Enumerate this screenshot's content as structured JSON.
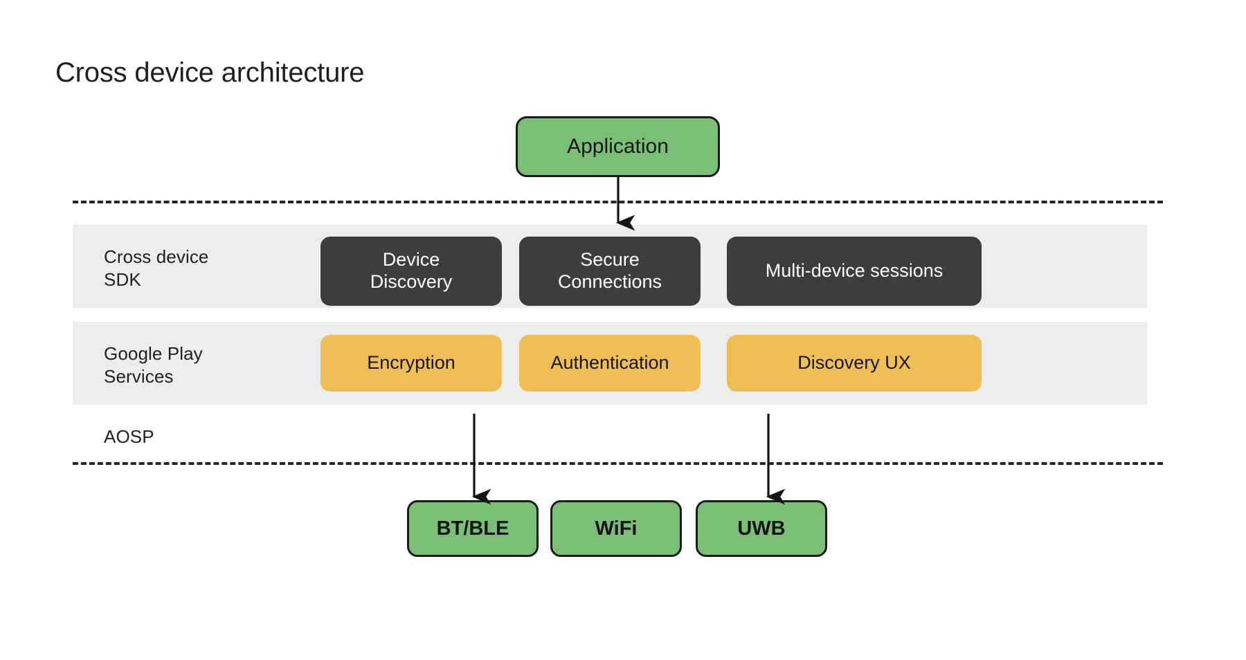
{
  "page": {
    "title": "Cross device architecture",
    "background": "#ffffff"
  },
  "colors": {
    "green": "#7BBE76",
    "amber": "#EFBE56",
    "dark_chip": "#3d3d3d",
    "band_gray": "#ededed",
    "outline": "#1a1a1a",
    "text_dark": "#202124",
    "text_light": "#ffffff"
  },
  "diagram": {
    "type": "layered-architecture",
    "application": {
      "label": "Application",
      "fill": "#7BBE76"
    },
    "layers": [
      {
        "id": "cross-device-sdk",
        "label": "Cross device\nSDK",
        "banded": true,
        "chip_style": "dark",
        "chips": [
          {
            "label": "Device\nDiscovery"
          },
          {
            "label": "Secure\nConnections"
          },
          {
            "label": "Multi-device sessions"
          }
        ]
      },
      {
        "id": "google-play-services",
        "label": "Google Play\nServices",
        "banded": true,
        "chip_style": "amber",
        "chips": [
          {
            "label": "Encryption"
          },
          {
            "label": "Authentication"
          },
          {
            "label": "Discovery UX"
          }
        ]
      },
      {
        "id": "aosp",
        "label": "AOSP",
        "banded": false,
        "chip_style": "none",
        "chips": []
      }
    ],
    "transports": [
      {
        "label": "BT/BLE"
      },
      {
        "label": "WiFi"
      },
      {
        "label": "UWB"
      }
    ],
    "separators": [
      {
        "id": "top-boundary",
        "style": "dashed"
      },
      {
        "id": "aosp-boundary",
        "style": "dashed"
      }
    ],
    "connectors": [
      {
        "id": "app-to-sdk",
        "from": "Application",
        "to": "Cross device SDK",
        "direction": "down"
      },
      {
        "id": "encryption-to-btble",
        "from": "Encryption",
        "to": "BT/BLE",
        "direction": "down"
      },
      {
        "id": "discovery-ux-to-uwb",
        "from": "Discovery UX",
        "to": "UWB",
        "direction": "down"
      }
    ]
  }
}
